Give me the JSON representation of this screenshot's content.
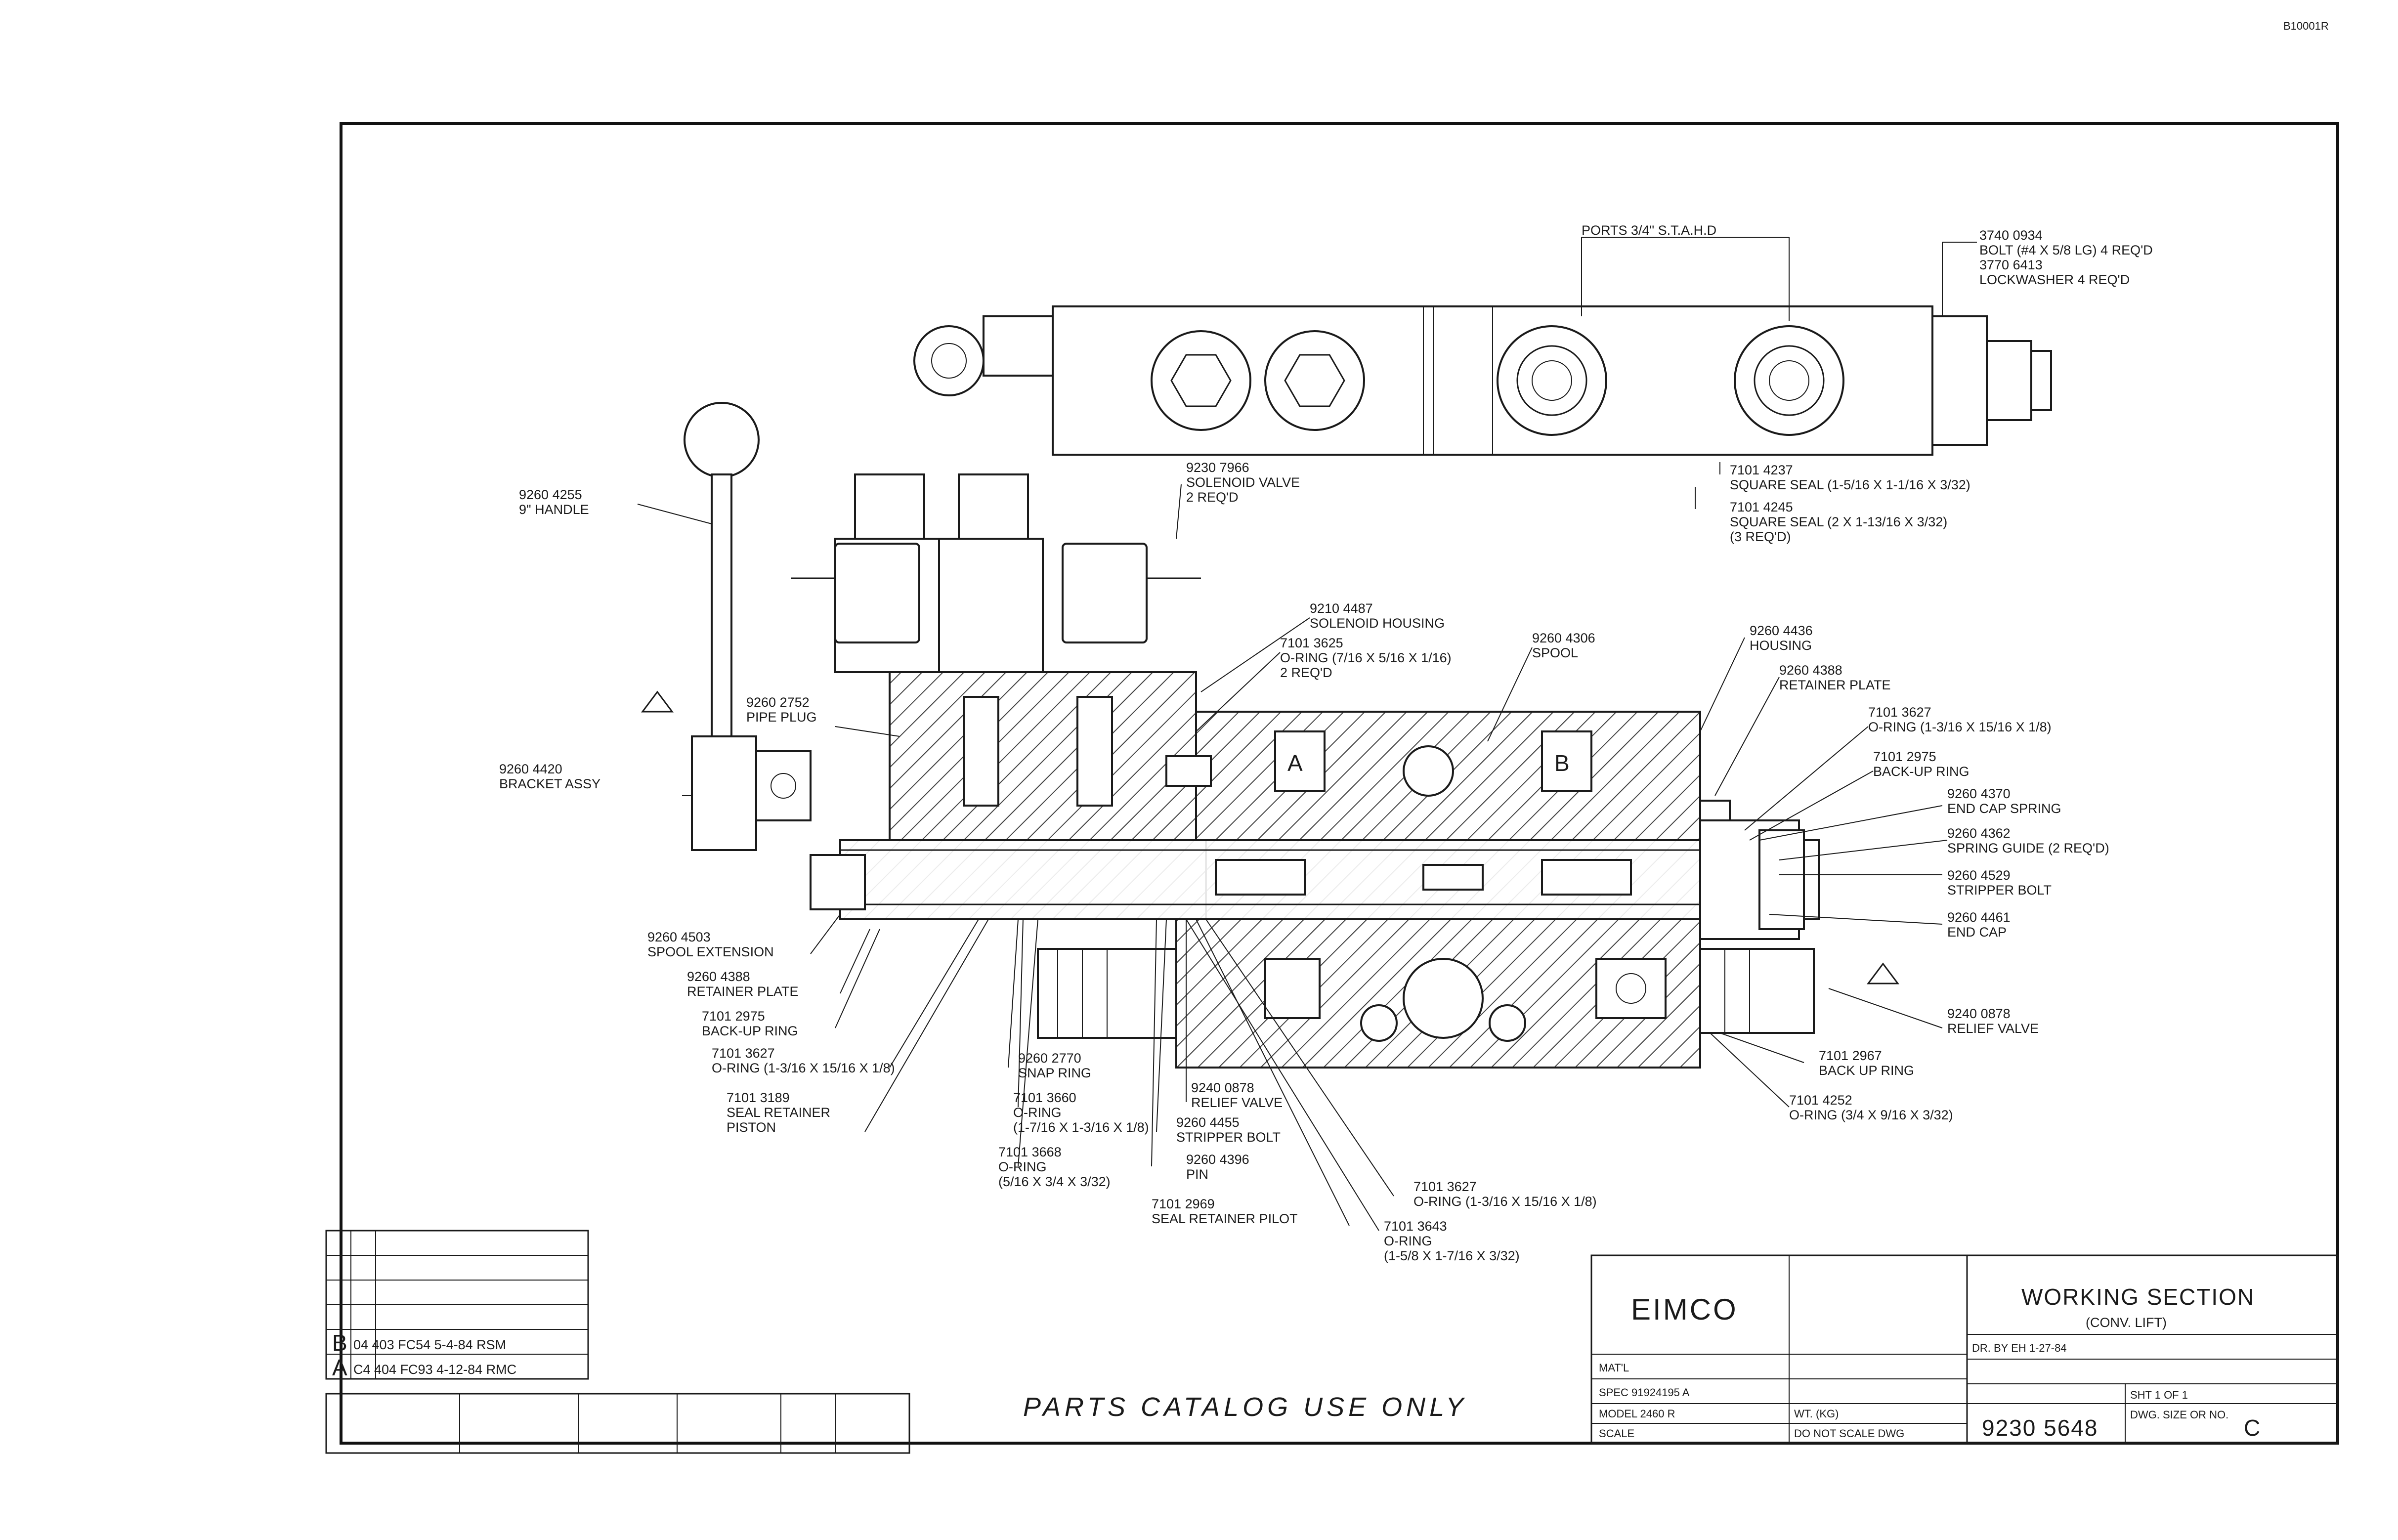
{
  "corner_id": "B10001R",
  "catalog_note": "PARTS CATALOG USE ONLY",
  "callouts": [
    {
      "id": "port",
      "lines": [
        "PORTS 3/4\" S.T.A.H.D"
      ]
    },
    {
      "id": "bolt",
      "lines": [
        "3740 0934",
        "BOLT (#4 X 5/8 LG) 4 REQ'D",
        "3770 6413",
        "LOCKWASHER 4 REQ'D"
      ]
    },
    {
      "id": "sqseal1",
      "lines": [
        "7101 4237",
        "SQUARE SEAL (1-5/16 X 1-1/16 X 3/32)"
      ]
    },
    {
      "id": "sqseal2",
      "lines": [
        "7101 4245",
        "SQUARE SEAL (2 X 1-13/16 X 3/32)",
        "(3 REQ'D)"
      ]
    },
    {
      "id": "handle",
      "lines": [
        "9260 4255",
        "9\" HANDLE"
      ]
    },
    {
      "id": "solvalve",
      "lines": [
        "9230 7966",
        "SOLENOID VALVE",
        "2 REQ'D"
      ]
    },
    {
      "id": "solhousing",
      "lines": [
        "9210 4487",
        "SOLENOID HOUSING"
      ]
    },
    {
      "id": "oring1",
      "lines": [
        "7101 3625",
        "O-RING (7/16 X 5/16 X 1/16)",
        "2 REQ'D"
      ]
    },
    {
      "id": "spool",
      "lines": [
        "9260 4306",
        "SPOOL"
      ]
    },
    {
      "id": "housing",
      "lines": [
        "9260 4436",
        "HOUSING"
      ]
    },
    {
      "id": "retplate1",
      "lines": [
        "9260 4388",
        "RETAINER PLATE"
      ]
    },
    {
      "id": "oring2",
      "lines": [
        "7101 3627",
        "O-RING (1-3/16 X 15/16 X 1/8)"
      ]
    },
    {
      "id": "backup1",
      "lines": [
        "7101 2975",
        "BACK-UP RING"
      ]
    },
    {
      "id": "endspring",
      "lines": [
        "9260 4370",
        "END CAP SPRING"
      ]
    },
    {
      "id": "springguide",
      "lines": [
        "9260 4362",
        "SPRING GUIDE (2 REQ'D)"
      ]
    },
    {
      "id": "stripper1",
      "lines": [
        "9260 4529",
        "STRIPPER BOLT"
      ]
    },
    {
      "id": "endcap",
      "lines": [
        "9260 4461",
        "END CAP"
      ]
    },
    {
      "id": "pipeplug",
      "lines": [
        "9260 2752",
        "PIPE PLUG"
      ]
    },
    {
      "id": "bracket",
      "lines": [
        "9260 4420",
        "BRACKET ASSY"
      ]
    },
    {
      "id": "spoolext",
      "lines": [
        "9260 4503",
        "SPOOL EXTENSION"
      ]
    },
    {
      "id": "retplate2",
      "lines": [
        "9260 4388",
        "RETAINER PLATE"
      ]
    },
    {
      "id": "backup2",
      "lines": [
        "7101 2975",
        "BACK-UP RING"
      ]
    },
    {
      "id": "oring3",
      "lines": [
        "7101 3627",
        "O-RING (1-3/16 X 15/16 X 1/8)"
      ]
    },
    {
      "id": "sealret",
      "lines": [
        "7101 3189",
        "SEAL RETAINER",
        "PISTON"
      ]
    },
    {
      "id": "snapring",
      "lines": [
        "9260 2770",
        "SNAP RING"
      ]
    },
    {
      "id": "oring4",
      "lines": [
        "7101 3660",
        "O-RING",
        "(1-7/16 X 1-3/16 X 1/8)"
      ]
    },
    {
      "id": "oring5",
      "lines": [
        "7101 3668",
        "O-RING",
        "(5/16 X 3/4 X 3/32)"
      ]
    },
    {
      "id": "relief1",
      "lines": [
        "9240 0878",
        "RELIEF VALVE"
      ]
    },
    {
      "id": "stripper2",
      "lines": [
        "9260 4455",
        "STRIPPER BOLT"
      ]
    },
    {
      "id": "pin",
      "lines": [
        "9260 4396",
        "PIN"
      ]
    },
    {
      "id": "sealpilot",
      "lines": [
        "7101 2969",
        "SEAL RETAINER PILOT"
      ]
    },
    {
      "id": "oring6",
      "lines": [
        "7101 3627",
        "O-RING (1-3/16 X 15/16 X 1/8)"
      ]
    },
    {
      "id": "oring7",
      "lines": [
        "7101 3643",
        "O-RING",
        "(1-5/8 X 1-7/16 X 3/32)"
      ]
    },
    {
      "id": "relief2",
      "lines": [
        "9240 0878",
        "RELIEF VALVE"
      ]
    },
    {
      "id": "backup3",
      "lines": [
        "7101 2967",
        "BACK UP RING"
      ]
    },
    {
      "id": "oring8",
      "lines": [
        "7101 4252",
        "O-RING (3/4 X 9/16 X 3/32)"
      ]
    }
  ],
  "port_labels": {
    "a": "A",
    "b": "B"
  },
  "revisions": [
    {
      "rev": "B",
      "text": "04 403 FC54 5-4-84 RSM"
    },
    {
      "rev": "A",
      "text": "C4 404 FC93 4-12-84 RMC"
    }
  ],
  "title_block": {
    "company": "EIMCO",
    "title": "WORKING SECTION",
    "subtitle": "(CONV. LIFT)",
    "mat_label": "MAT'L",
    "spec": "SPEC 91924195 A",
    "model": "MODEL 2460 R",
    "scale_label": "SCALE",
    "wt_label": "WT. (KG)",
    "do_not_scale": "DO NOT SCALE DWG",
    "drawn": "DR. BY EH 1-27-84",
    "sheet": "SHT 1 OF 1",
    "dwg_size": "DWG. SIZE OR NO.",
    "drawing_number": "9230 5648",
    "rev": "C"
  }
}
